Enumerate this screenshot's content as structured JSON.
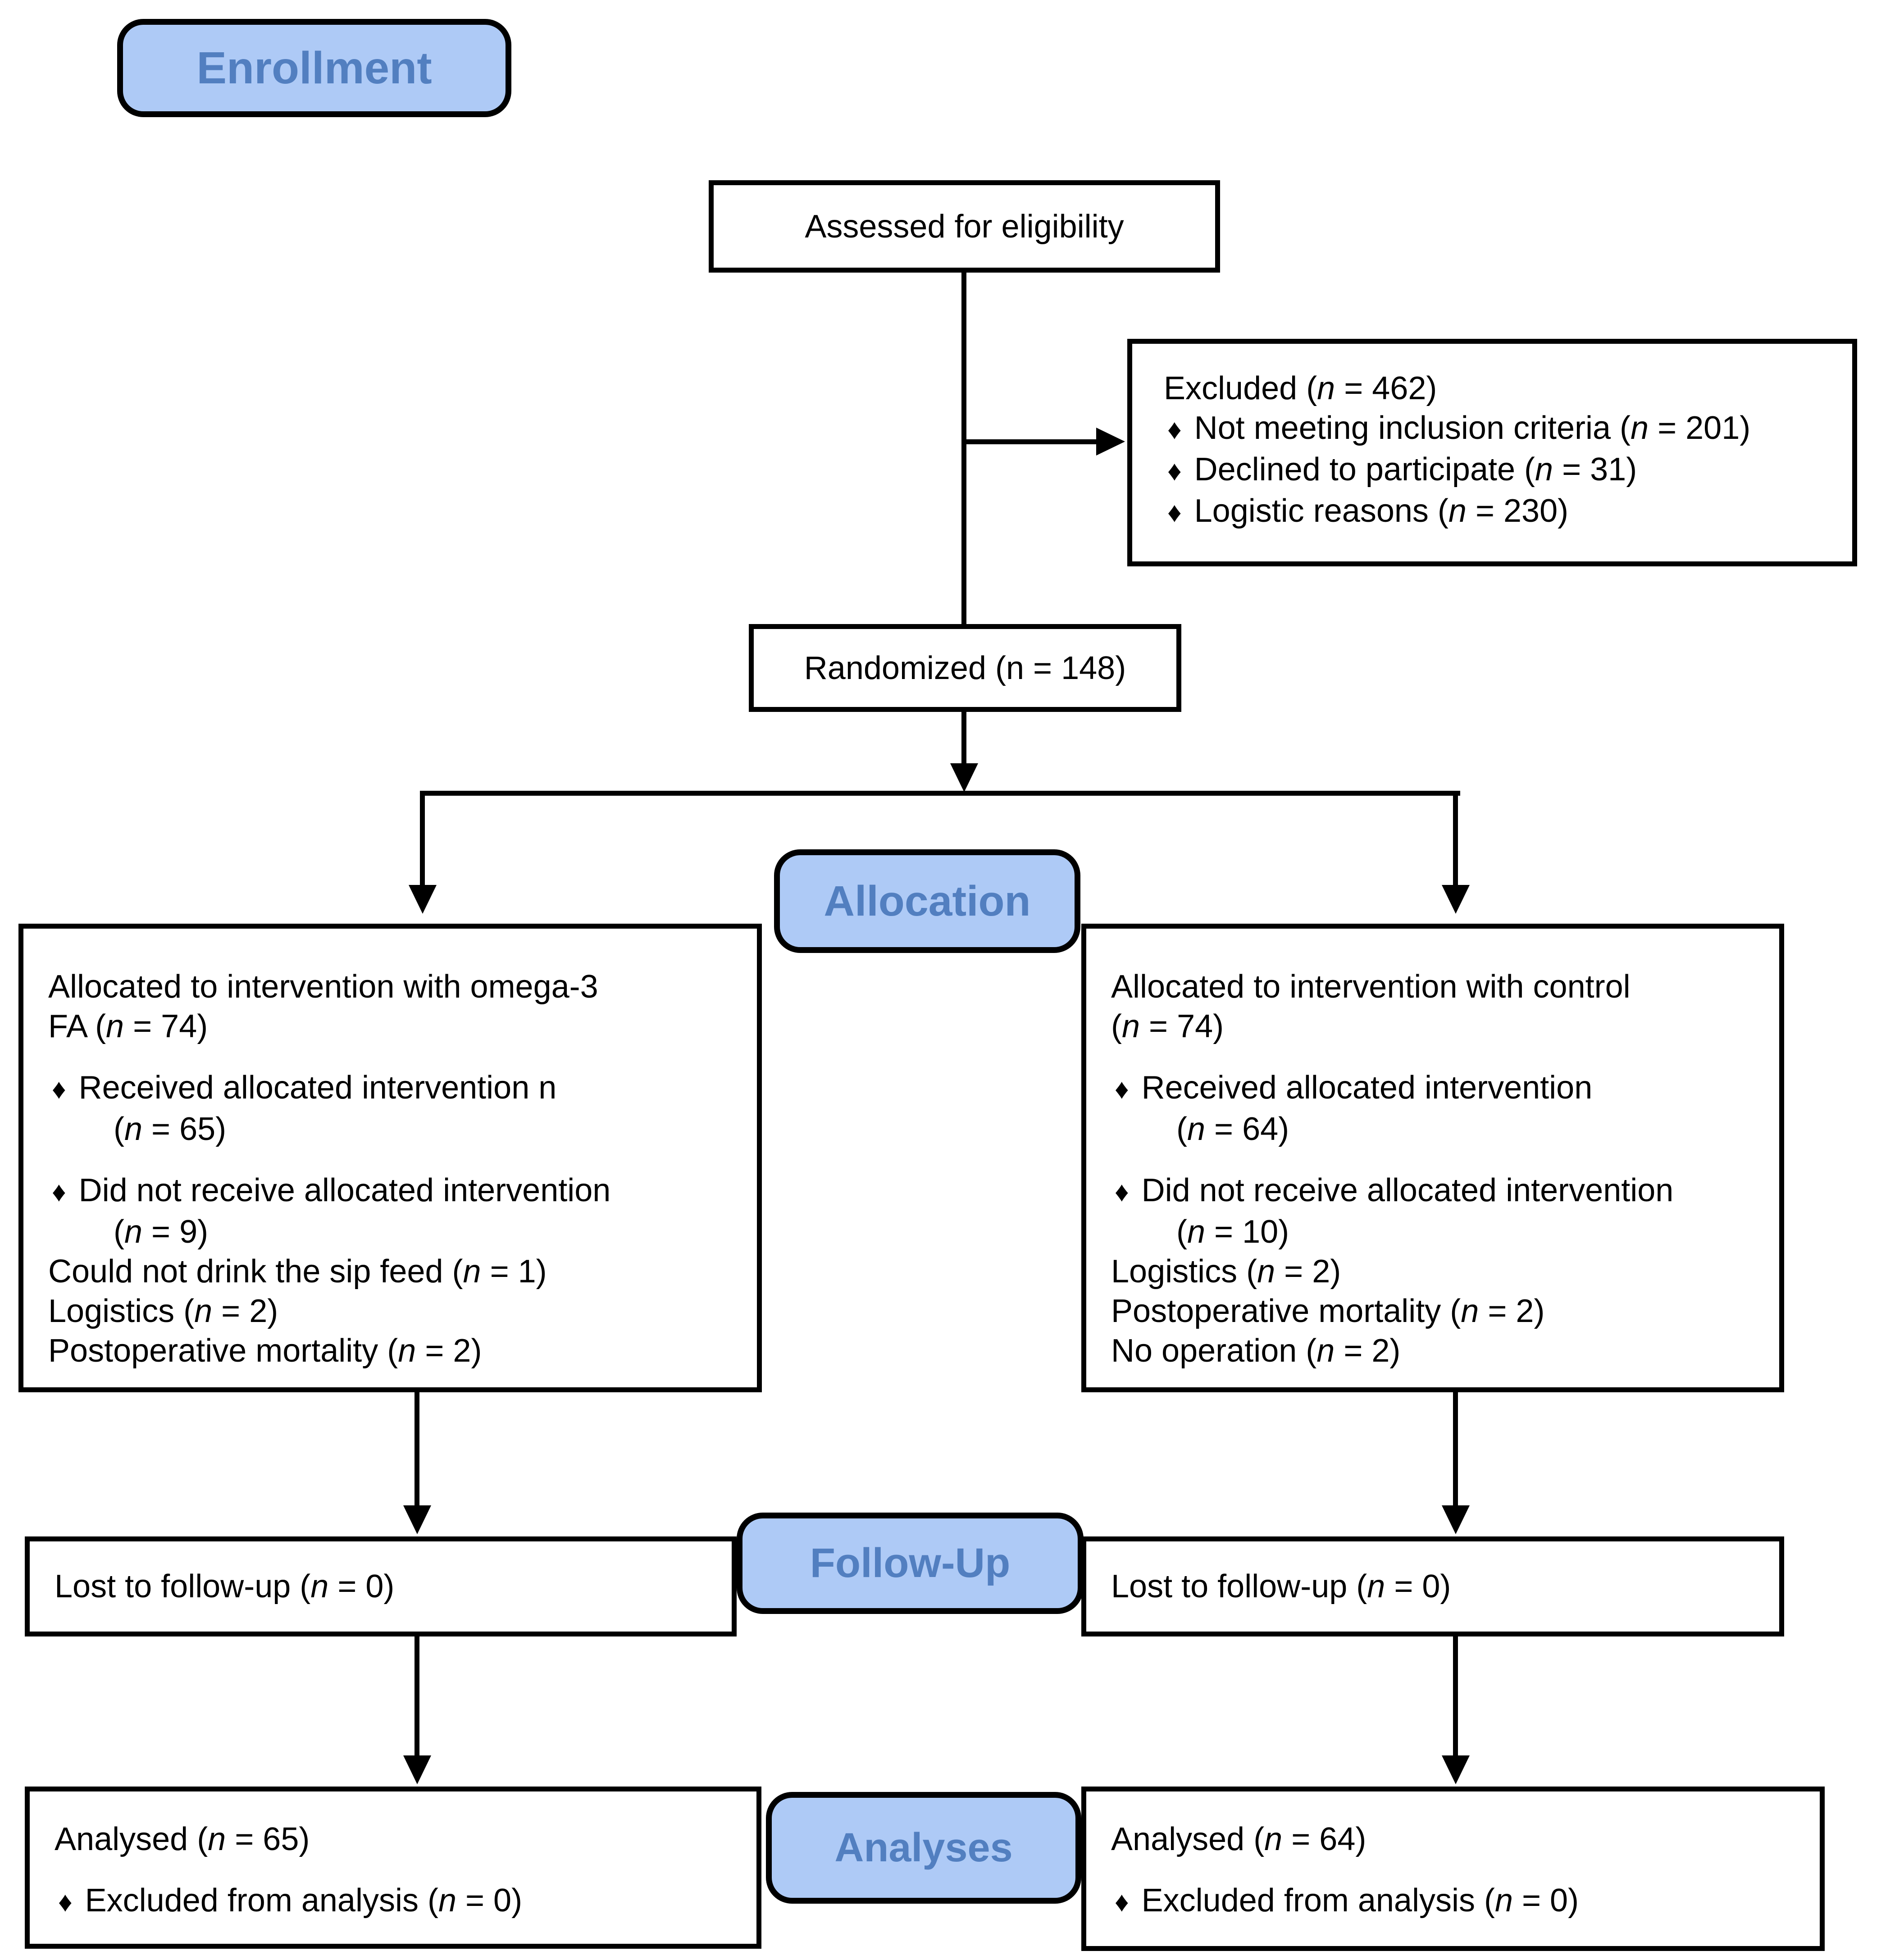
{
  "colors": {
    "stage_fill": "#aecaf6",
    "stage_text": "#527fc0",
    "line": "#000000",
    "background": "#ffffff"
  },
  "bullet_char": "♦",
  "stage_labels": {
    "enrollment": "Enrollment",
    "allocation": "Allocation",
    "follow_up": "Follow-Up",
    "analyses": "Analyses"
  },
  "boxes": {
    "assessed": {
      "lines": [
        {
          "segs": [
            {
              "t": "Assessed for eligibility"
            }
          ]
        }
      ]
    },
    "excluded": {
      "lines": [
        {
          "segs": [
            {
              "t": "Excluded ("
            },
            {
              "t": "n",
              "i": 1
            },
            {
              "t": " = 462)"
            }
          ]
        },
        {
          "bullet": 1,
          "segs": [
            {
              "t": "Not meeting inclusion criteria ("
            },
            {
              "t": "n",
              "i": 1
            },
            {
              "t": " = 201)"
            }
          ]
        },
        {
          "bullet": 1,
          "segs": [
            {
              "t": "Declined to participate ("
            },
            {
              "t": "n",
              "i": 1
            },
            {
              "t": " = 31)"
            }
          ]
        },
        {
          "bullet": 1,
          "segs": [
            {
              "t": "Logistic reasons ("
            },
            {
              "t": "n",
              "i": 1
            },
            {
              "t": " = 230)"
            }
          ]
        }
      ]
    },
    "randomized": {
      "lines": [
        {
          "segs": [
            {
              "t": "Randomized (n = 148)"
            }
          ]
        }
      ]
    },
    "allocated_omega3": {
      "lines": [
        {
          "segs": [
            {
              "t": "Allocated to intervention with omega-3"
            }
          ]
        },
        {
          "segs": [
            {
              "t": "FA ("
            },
            {
              "t": "n",
              "i": 1
            },
            {
              "t": " = 74)"
            }
          ]
        },
        {
          "gap": 1,
          "bullet": 1,
          "segs": [
            {
              "t": "Received allocated intervention n"
            }
          ]
        },
        {
          "ind": 1,
          "segs": [
            {
              "t": "("
            },
            {
              "t": "n",
              "i": 1
            },
            {
              "t": " = 65)"
            }
          ]
        },
        {
          "gap": 1,
          "bullet": 1,
          "segs": [
            {
              "t": "Did not receive allocated intervention"
            }
          ]
        },
        {
          "ind": 1,
          "segs": [
            {
              "t": "("
            },
            {
              "t": "n",
              "i": 1
            },
            {
              "t": " = 9)"
            }
          ]
        },
        {
          "segs": [
            {
              "t": "Could not drink the sip feed ("
            },
            {
              "t": "n",
              "i": 1
            },
            {
              "t": " = 1)"
            }
          ]
        },
        {
          "segs": [
            {
              "t": "Logistics ("
            },
            {
              "t": "n",
              "i": 1
            },
            {
              "t": " = 2)"
            }
          ]
        },
        {
          "segs": [
            {
              "t": "Postoperative mortality ("
            },
            {
              "t": "n",
              "i": 1
            },
            {
              "t": " = 2)"
            }
          ]
        }
      ]
    },
    "allocated_control": {
      "lines": [
        {
          "segs": [
            {
              "t": "Allocated to intervention with control"
            }
          ]
        },
        {
          "segs": [
            {
              "t": "("
            },
            {
              "t": "n",
              "i": 1
            },
            {
              "t": " = 74)"
            }
          ]
        },
        {
          "gap": 1,
          "bullet": 1,
          "segs": [
            {
              "t": "Received allocated intervention"
            }
          ]
        },
        {
          "ind": 1,
          "segs": [
            {
              "t": "("
            },
            {
              "t": "n",
              "i": 1
            },
            {
              "t": " = 64)"
            }
          ]
        },
        {
          "gap": 1,
          "bullet": 1,
          "segs": [
            {
              "t": "Did not receive allocated intervention"
            }
          ]
        },
        {
          "ind": 1,
          "segs": [
            {
              "t": "("
            },
            {
              "t": "n",
              "i": 1
            },
            {
              "t": " = 10)"
            }
          ]
        },
        {
          "segs": [
            {
              "t": "Logistics ("
            },
            {
              "t": "n",
              "i": 1
            },
            {
              "t": " = 2)"
            }
          ]
        },
        {
          "segs": [
            {
              "t": "Postoperative mortality ("
            },
            {
              "t": "n",
              "i": 1
            },
            {
              "t": " = 2)"
            }
          ]
        },
        {
          "segs": [
            {
              "t": "No operation ("
            },
            {
              "t": "n",
              "i": 1
            },
            {
              "t": " = 2)"
            }
          ]
        }
      ]
    },
    "lost_followup_left": {
      "lines": [
        {
          "segs": [
            {
              "t": "Lost to follow-up ("
            },
            {
              "t": "n",
              "i": 1
            },
            {
              "t": " = 0)"
            }
          ]
        }
      ]
    },
    "lost_followup_right": {
      "lines": [
        {
          "segs": [
            {
              "t": "Lost to follow-up ("
            },
            {
              "t": "n",
              "i": 1
            },
            {
              "t": " = 0)"
            }
          ]
        }
      ]
    },
    "analysed_left": {
      "lines": [
        {
          "segs": [
            {
              "t": "Analysed ("
            },
            {
              "t": "n",
              "i": 1
            },
            {
              "t": " = 65)"
            }
          ]
        },
        {
          "gap": 1,
          "bullet": 1,
          "segs": [
            {
              "t": "Excluded from analysis ("
            },
            {
              "t": "n",
              "i": 1
            },
            {
              "t": " = 0)"
            }
          ]
        }
      ]
    },
    "analysed_right": {
      "lines": [
        {
          "segs": [
            {
              "t": "Analysed ("
            },
            {
              "t": "n",
              "i": 1
            },
            {
              "t": " = 64)"
            }
          ]
        },
        {
          "gap": 1,
          "bullet": 1,
          "segs": [
            {
              "t": "Excluded from analysis ("
            },
            {
              "t": "n",
              "i": 1
            },
            {
              "t": " = 0)"
            }
          ]
        }
      ]
    }
  }
}
